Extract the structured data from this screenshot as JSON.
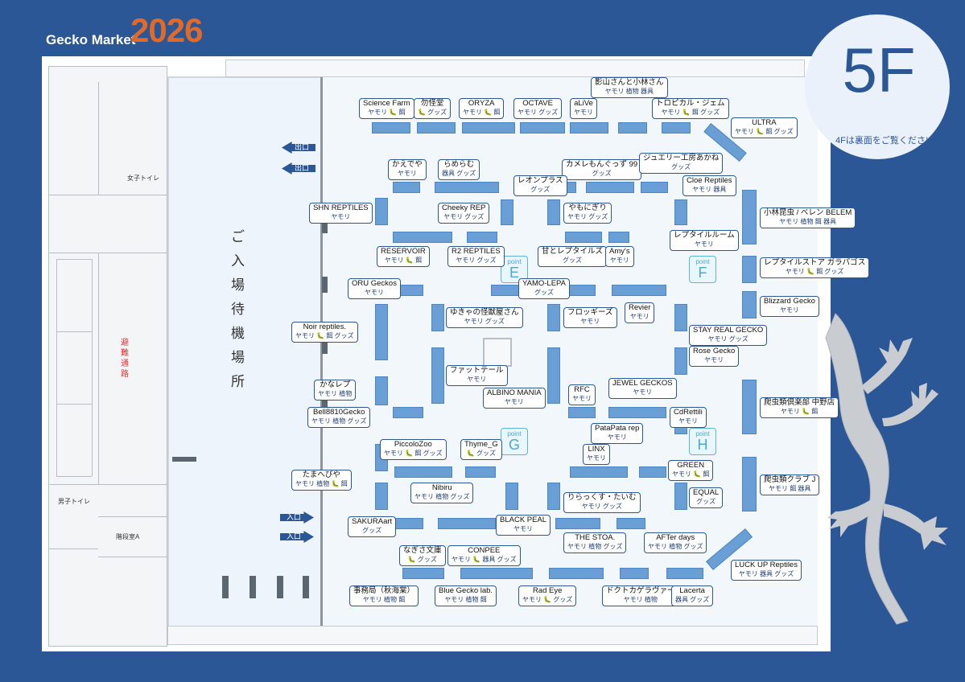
{
  "title": {
    "en": "Gecko Market",
    "year": "2026"
  },
  "floor": {
    "label": "5F",
    "note": "4Fは裏面をご覧ください"
  },
  "venue": {
    "waiting_area": "ご入場待機場所",
    "evacuation": "避難通路",
    "women_toilet": "女子トイレ",
    "men_toilet": "男子トイレ",
    "stairs": "階段室A",
    "exit": "出口",
    "entrance": "入口"
  },
  "points": [
    {
      "small": "point",
      "letter": "E"
    },
    {
      "small": "point",
      "letter": "F"
    },
    {
      "small": "point",
      "letter": "G"
    },
    {
      "small": "point",
      "letter": "H"
    }
  ],
  "booths": [
    {
      "name": "Science Farm",
      "tags": "ヤモリ 🐛 餌"
    },
    {
      "name": "勿怪堂",
      "tags": "🐛 グッズ"
    },
    {
      "name": "ORYZA",
      "tags": "ヤモリ 🐛 餌"
    },
    {
      "name": "OCTAVE",
      "tags": "ヤモリ グッズ"
    },
    {
      "name": "aLiVe",
      "tags": "ヤモリ"
    },
    {
      "name": "影山さんと小林さん",
      "tags": "ヤモリ 植物 器具"
    },
    {
      "name": "トロピカル・ジェム",
      "tags": "ヤモリ 🐛 餌 グッズ"
    },
    {
      "name": "ULTRA",
      "tags": "ヤモリ 🐛 餌 グッズ"
    },
    {
      "name": "かえでや",
      "tags": "ヤモリ"
    },
    {
      "name": "らめらむ",
      "tags": "器具 グッズ"
    },
    {
      "name": "カメレもんぐっず 99",
      "tags": "グッズ"
    },
    {
      "name": "ジュエリー工房あかね",
      "tags": "グッズ"
    },
    {
      "name": "レオンプラス",
      "tags": "グッズ"
    },
    {
      "name": "Cloe Reptiles",
      "tags": "ヤモリ 器具"
    },
    {
      "name": "SHN REPTILES",
      "tags": "ヤモリ"
    },
    {
      "name": "Cheeky REP",
      "tags": "ヤモリ グッズ"
    },
    {
      "name": "やもにぎり",
      "tags": "ヤモリ グッズ"
    },
    {
      "name": "小林昆虫 / ベレン BELEM",
      "tags": "ヤモリ 植物 餌 器具"
    },
    {
      "name": "レプタイルルーム",
      "tags": "ヤモリ"
    },
    {
      "name": "RESERVOIR",
      "tags": "ヤモリ 🐛 餌"
    },
    {
      "name": "R2 REPTILES",
      "tags": "ヤモリ グッズ"
    },
    {
      "name": "甘とレプタイルズ",
      "tags": "グッズ"
    },
    {
      "name": "Amy's",
      "tags": "ヤモリ"
    },
    {
      "name": "レプタイルストア ガラパゴス",
      "tags": "ヤモリ 🐛 餌 グッズ"
    },
    {
      "name": "ORU Geckos",
      "tags": "ヤモリ"
    },
    {
      "name": "YAMO-LEPA",
      "tags": "グッズ"
    },
    {
      "name": "Blizzard Gecko",
      "tags": "ヤモリ"
    },
    {
      "name": "ゆきゃの怪獣屋さん",
      "tags": "ヤモリ グッズ"
    },
    {
      "name": "フロッギーズ",
      "tags": "ヤモリ"
    },
    {
      "name": "Revier",
      "tags": "ヤモリ"
    },
    {
      "name": "Noir reptiles.",
      "tags": "ヤモリ 🐛 餌 グッズ"
    },
    {
      "name": "STAY REAL GECKO",
      "tags": "ヤモリ グッズ"
    },
    {
      "name": "Rose Gecko",
      "tags": "ヤモリ"
    },
    {
      "name": "ファットテール",
      "tags": "ヤモリ"
    },
    {
      "name": "かなレプ",
      "tags": "ヤモリ 植物"
    },
    {
      "name": "ALBINO MANIA",
      "tags": "ヤモリ"
    },
    {
      "name": "RFC",
      "tags": "ヤモリ"
    },
    {
      "name": "JEWEL GECKOS",
      "tags": "ヤモリ"
    },
    {
      "name": "爬虫類倶楽部 中野店",
      "tags": "ヤモリ 🐛 餌"
    },
    {
      "name": "Bell8810Gecko",
      "tags": "ヤモリ 植物 グッズ"
    },
    {
      "name": "CdRettili",
      "tags": "ヤモリ"
    },
    {
      "name": "PataPata rep",
      "tags": "ヤモリ"
    },
    {
      "name": "PiccoloZoo",
      "tags": "ヤモリ 🐛 餌 グッズ"
    },
    {
      "name": "Thyme_G",
      "tags": "🐛 グッズ"
    },
    {
      "name": "LINX",
      "tags": "ヤモリ"
    },
    {
      "name": "GREEN",
      "tags": "ヤモリ 🐛 餌"
    },
    {
      "name": "たまへびや",
      "tags": "ヤモリ 植物 🐛 餌"
    },
    {
      "name": "Nibiru",
      "tags": "ヤモリ 植物 グッズ"
    },
    {
      "name": "りらっくす・たいむ",
      "tags": "ヤモリ グッズ"
    },
    {
      "name": "EQUAL",
      "tags": "グッズ"
    },
    {
      "name": "爬虫類クラブ J",
      "tags": "ヤモリ 餌 器具"
    },
    {
      "name": "SAKURAart",
      "tags": "グッズ"
    },
    {
      "name": "BLACK PEAL",
      "tags": "ヤモリ"
    },
    {
      "name": "THE STOA.",
      "tags": "ヤモリ 植物 グッズ"
    },
    {
      "name": "AFTer days",
      "tags": "ヤモリ 植物 グッズ"
    },
    {
      "name": "なぎさ文庫",
      "tags": "🐛 グッズ"
    },
    {
      "name": "CONPEE",
      "tags": "ヤモリ 🐛 器具 グッズ"
    },
    {
      "name": "LUCK UP Reptiles",
      "tags": "ヤモリ 器具 グッズ"
    },
    {
      "name": "事務局（秋海棠）",
      "tags": "ヤモリ 植物 餌"
    },
    {
      "name": "Blue Gecko lab.",
      "tags": "ヤモリ 植物 餌"
    },
    {
      "name": "Rad Eye",
      "tags": "ヤモリ 🐛 グッズ"
    },
    {
      "name": "ドクトカゲラヴァー",
      "tags": "ヤモリ 植物"
    },
    {
      "name": "Lacerta",
      "tags": "器具 グッズ"
    }
  ],
  "colors": {
    "background": "#2b5797",
    "table": "#6a9fd6",
    "year": "#e06a2a"
  }
}
